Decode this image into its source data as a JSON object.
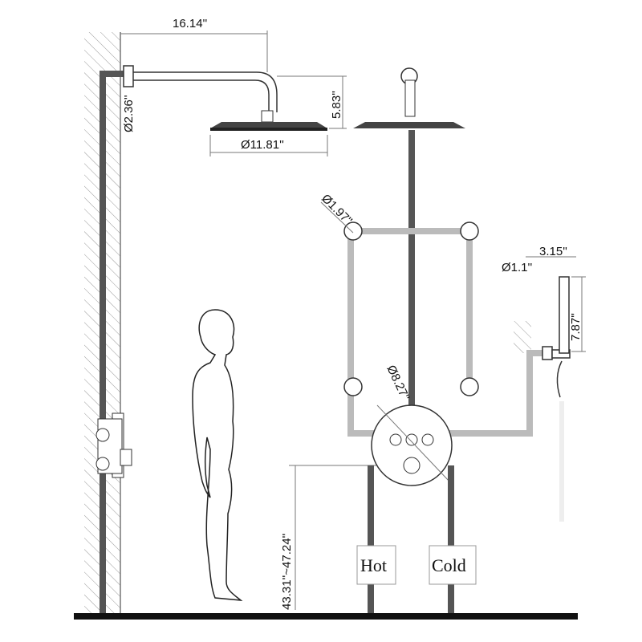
{
  "dimensions": {
    "arm_length": "16.14''",
    "flange_diameter": "Ø2.36''",
    "arm_drop": "5.83''",
    "head_diameter": "Ø11.81''",
    "jet_diameter": "Ø1.97''",
    "hand_shower_width": "3.15''",
    "hand_shower_diameter": "Ø1.1''",
    "hand_shower_length": "7.87''",
    "valve_diameter": "Ø8.27''",
    "valve_height": "43.31''~47.24''"
  },
  "labels": {
    "hot": "Hot",
    "cold": "Cold"
  },
  "colors": {
    "main_pipe": "#555555",
    "jet_pipe": "#bbbbbb",
    "floor": "#111111"
  }
}
